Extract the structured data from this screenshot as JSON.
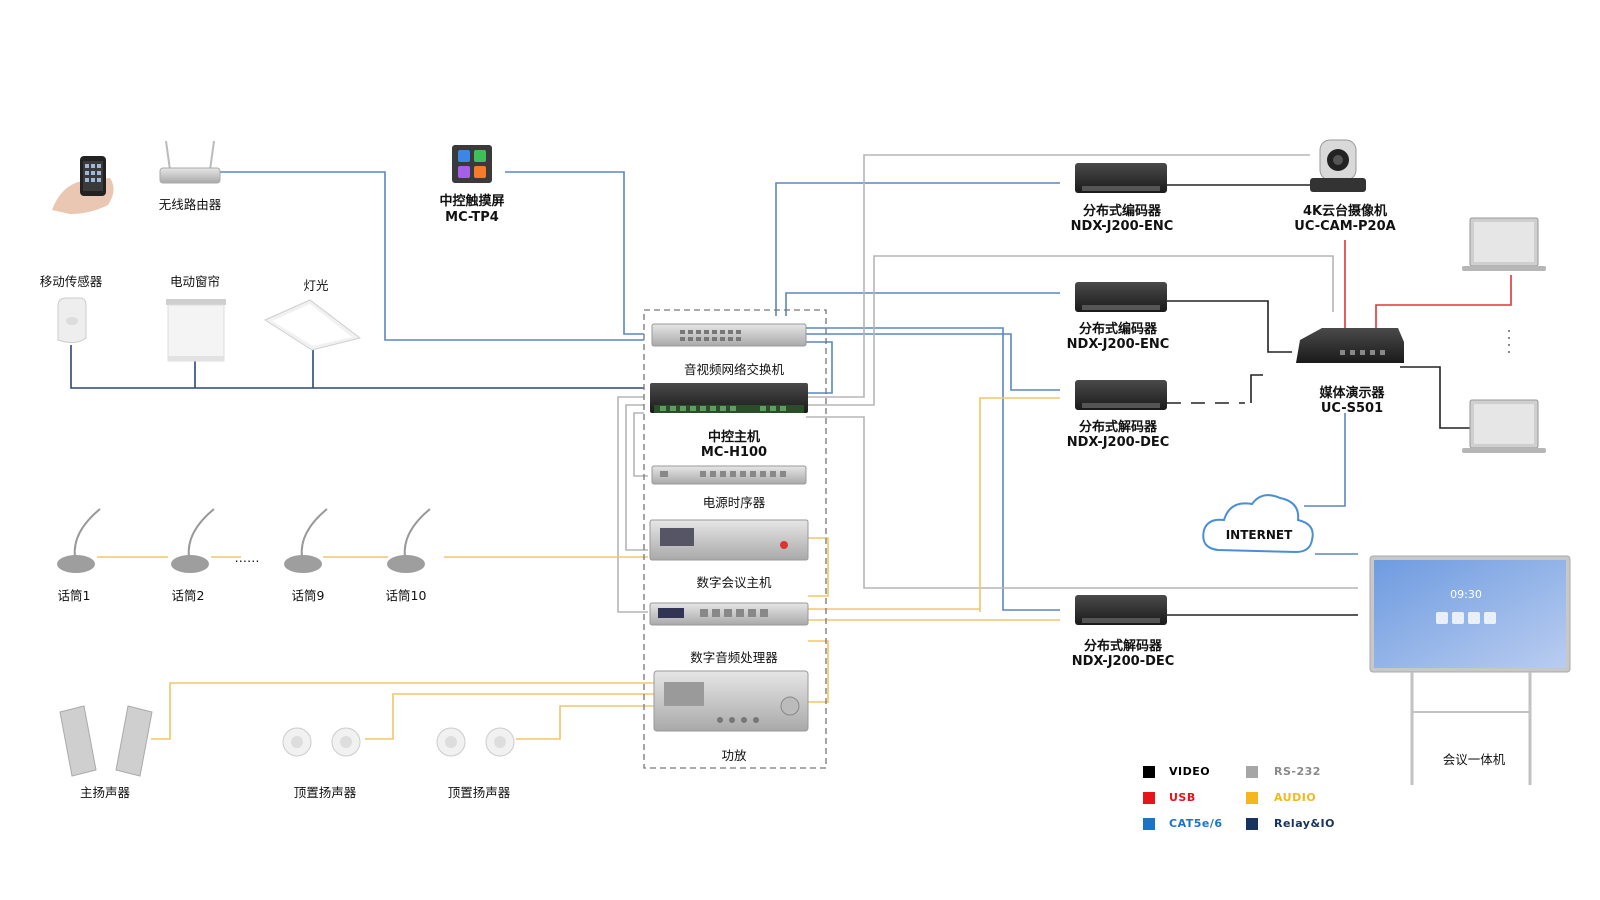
{
  "labels": {
    "phone": "",
    "router": "无线路由器",
    "motion_sensor": "移动传感器",
    "curtain": "电动窗帘",
    "light": "灯光",
    "touch_name": "中控触摸屏",
    "touch_model": "MC-TP4",
    "switch": "音视频网络交换机",
    "host_name": "中控主机",
    "host_model": "MC-H100",
    "sequencer": "电源时序器",
    "conf_host": "数字会议主机",
    "dsp": "数字音频处理器",
    "amp": "功放",
    "mic1": "话筒1",
    "mic2": "话筒2",
    "mic_dots": "……",
    "mic9": "话筒9",
    "mic10": "话筒10",
    "main_speaker": "主扬声器",
    "ceiling1": "顶置扬声器",
    "ceiling2": "顶置扬声器",
    "enc1_name": "分布式编码器",
    "enc1_model": "NDX-J200-ENC",
    "enc2_name": "分布式编码器",
    "enc2_model": "NDX-J200-ENC",
    "dec1_name": "分布式解码器",
    "dec1_model": "NDX-J200-DEC",
    "dec2_name": "分布式解码器",
    "dec2_model": "NDX-J200-DEC",
    "camera_name": "4K云台摄像机",
    "camera_model": "UC-CAM-P20A",
    "presenter_name": "媒体演示器",
    "presenter_model": "UC-S501",
    "internet": "INTERNET",
    "display": "会议一体机",
    "display_time": "09:30"
  },
  "legend": [
    {
      "label": "VIDEO",
      "color": "#000000"
    },
    {
      "label": "RS-232",
      "color": "#a6a6a6"
    },
    {
      "label": "USB",
      "color": "#e8141b"
    },
    {
      "label": "AUDIO",
      "color": "#f5b81c"
    },
    {
      "label": "CAT5e/6",
      "color": "#1b74c6"
    },
    {
      "label": "Relay&IO",
      "color": "#17325f"
    }
  ],
  "colors": {
    "cat": "#5b86c2",
    "audio": "#f0c56a",
    "rs232": "#b5b5b5",
    "video": "#222222",
    "usb": "#e0353a",
    "relay": "#2d4777"
  }
}
